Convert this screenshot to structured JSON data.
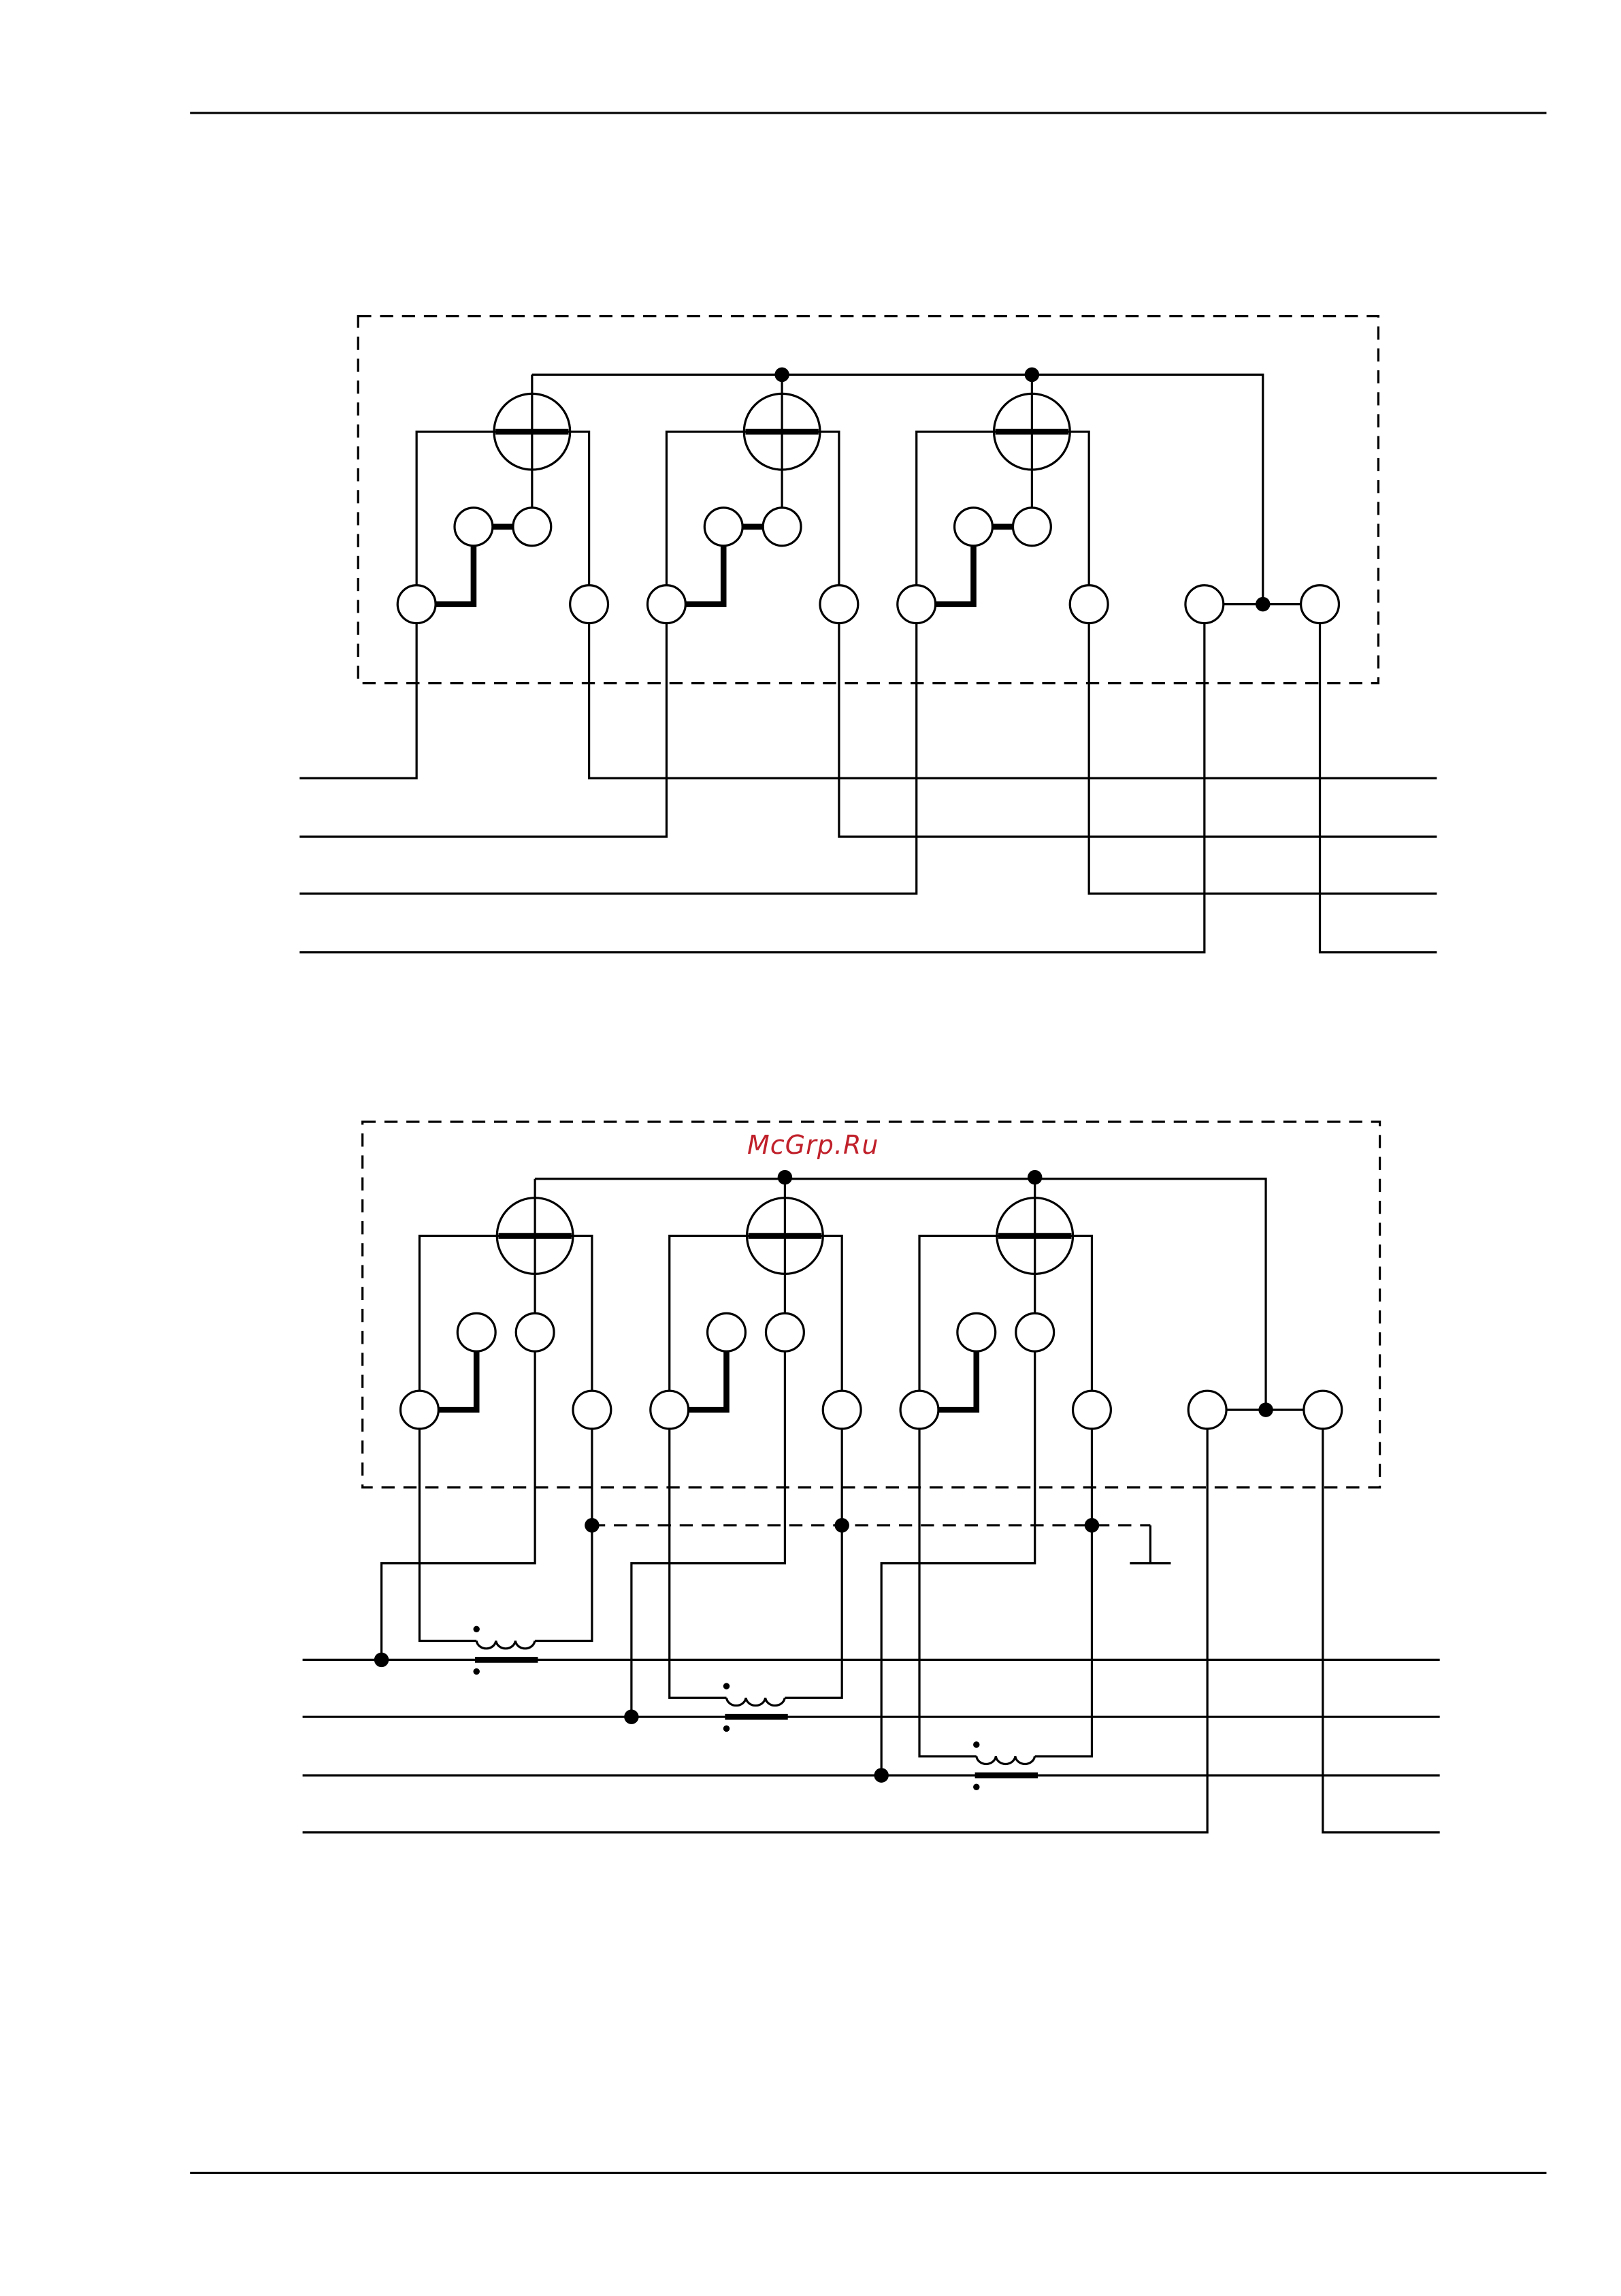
{
  "watermark": {
    "text": "McGrp.Ru",
    "color": "#c0202a"
  },
  "diagrams": [
    {
      "id": "direct-connection"
    },
    {
      "id": "transformer-connection"
    }
  ]
}
